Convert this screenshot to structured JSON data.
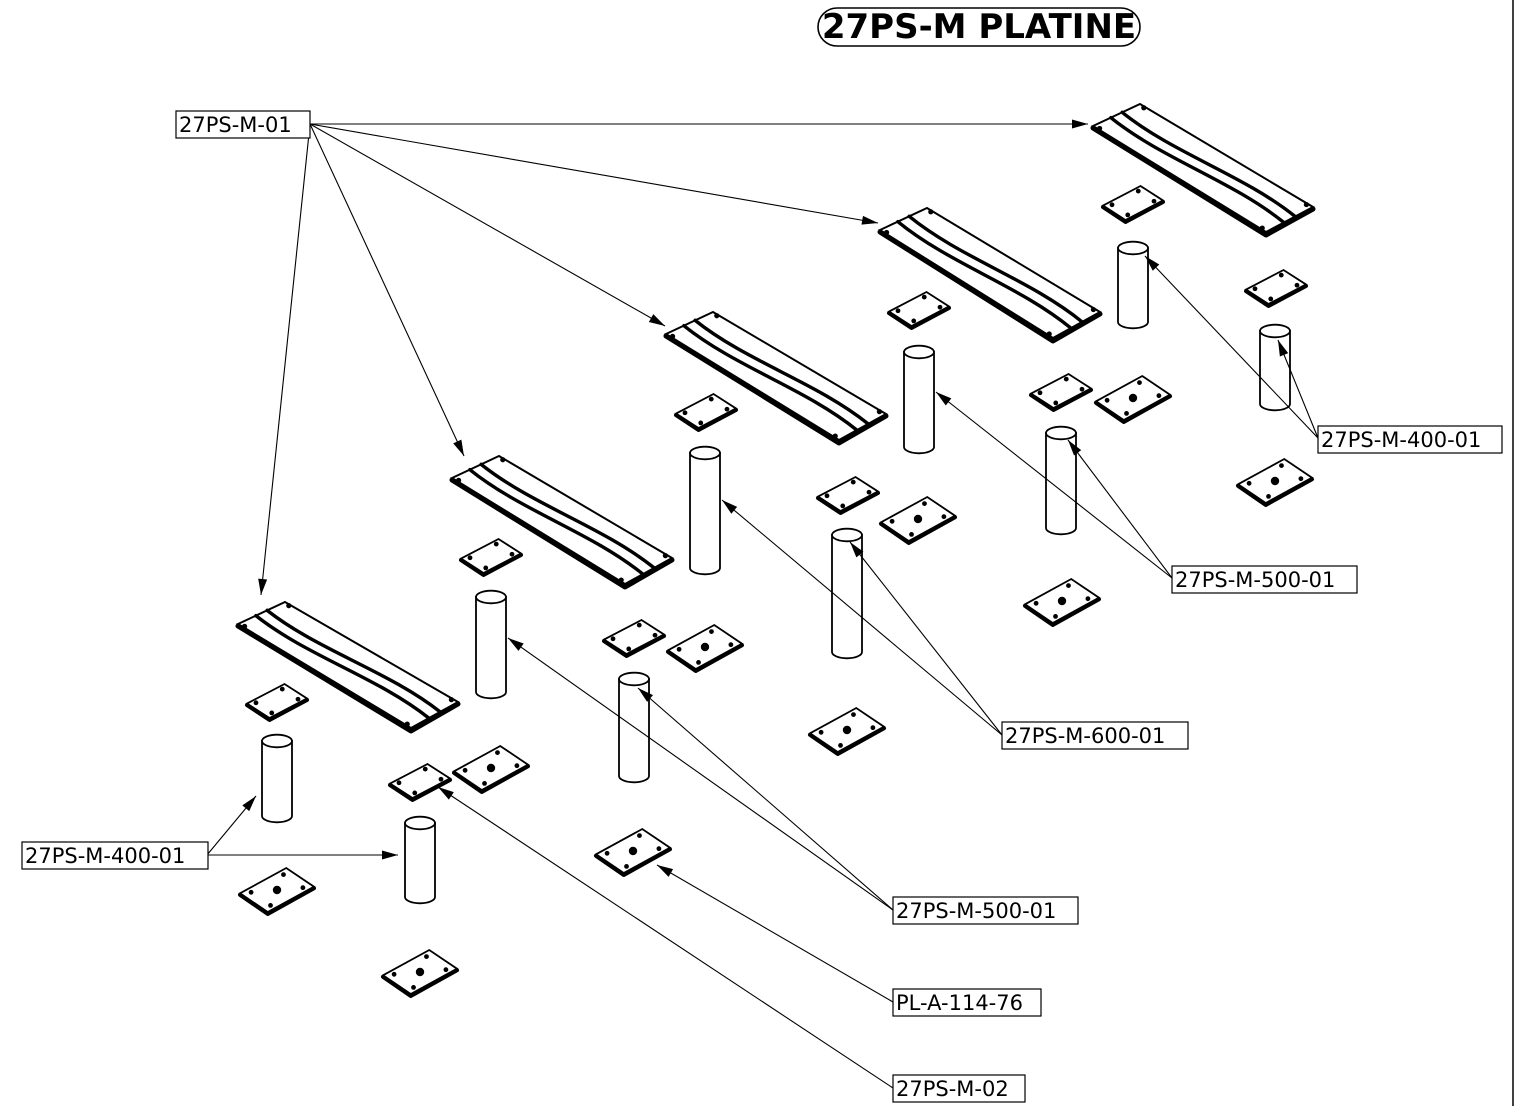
{
  "title": "27PS-M PLATINE",
  "labels": {
    "main_plate": "27PS-M-01",
    "post_400_right": "27PS-M-400-01",
    "post_500_right": "27PS-M-500-01",
    "post_600": "27PS-M-600-01",
    "post_400_left": "27PS-M-400-01",
    "post_500_bottom": "27PS-M-500-01",
    "base_plate": "PL-A-114-76",
    "small_plate": "27PS-M-02"
  }
}
